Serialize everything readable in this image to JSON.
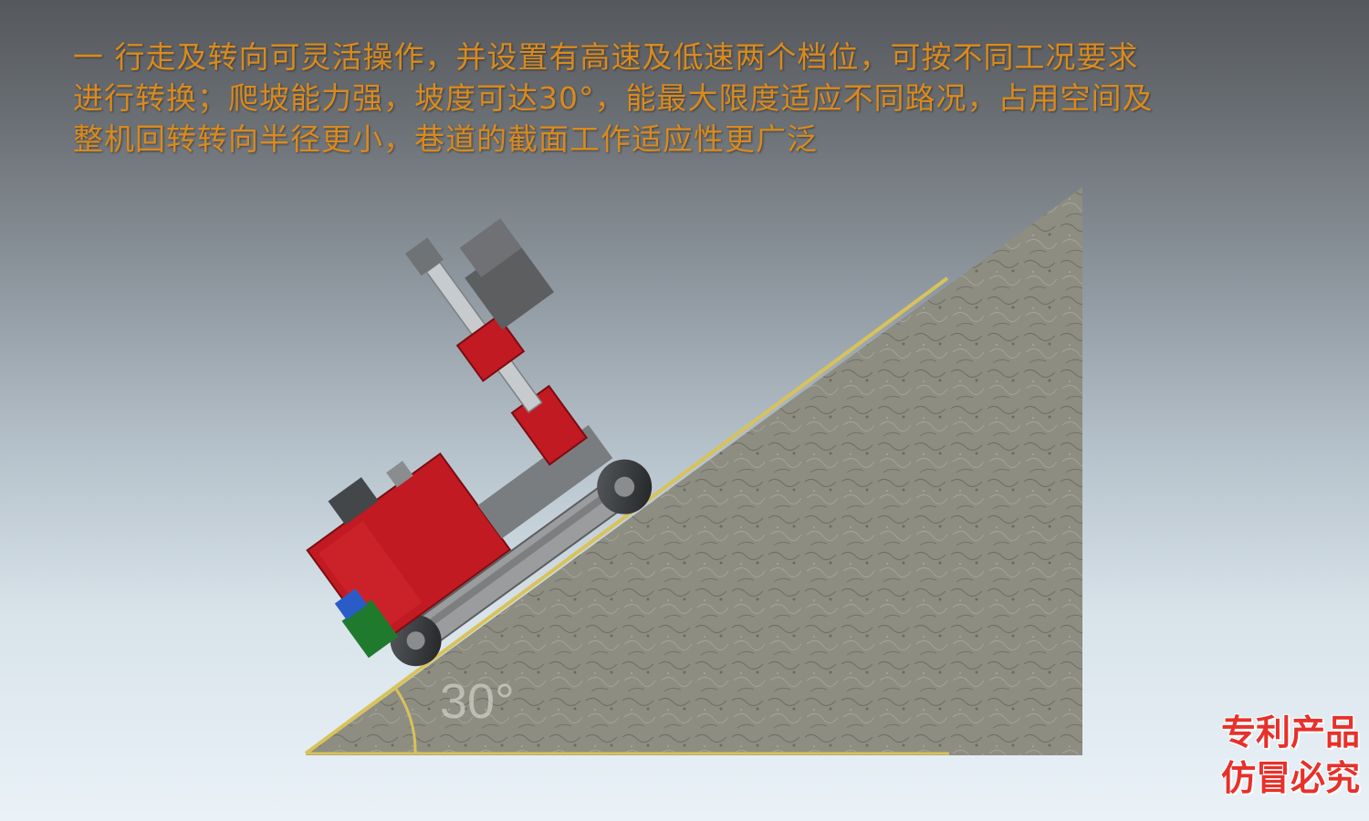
{
  "caption": {
    "line1": "一 行走及转向可灵活操作，并设置有高速及低速两个档位，可按不同工况要求",
    "line2": "进行转换；爬坡能力强，坡度可达30°，能最大限度适应不同路况，占用空间及",
    "line3": "整机回转转向半径更小，巷道的截面工作适应性更广泛"
  },
  "slope": {
    "angle_label": "30°",
    "angle_degrees": 30
  },
  "stamp": {
    "line1": "专利产品",
    "line2": "仿冒必究"
  },
  "colors": {
    "caption_text": "#d98a1e",
    "slope_edge": "#d8c35a",
    "machine_body": "#c21a22",
    "stamp_text": "#e8302a"
  }
}
